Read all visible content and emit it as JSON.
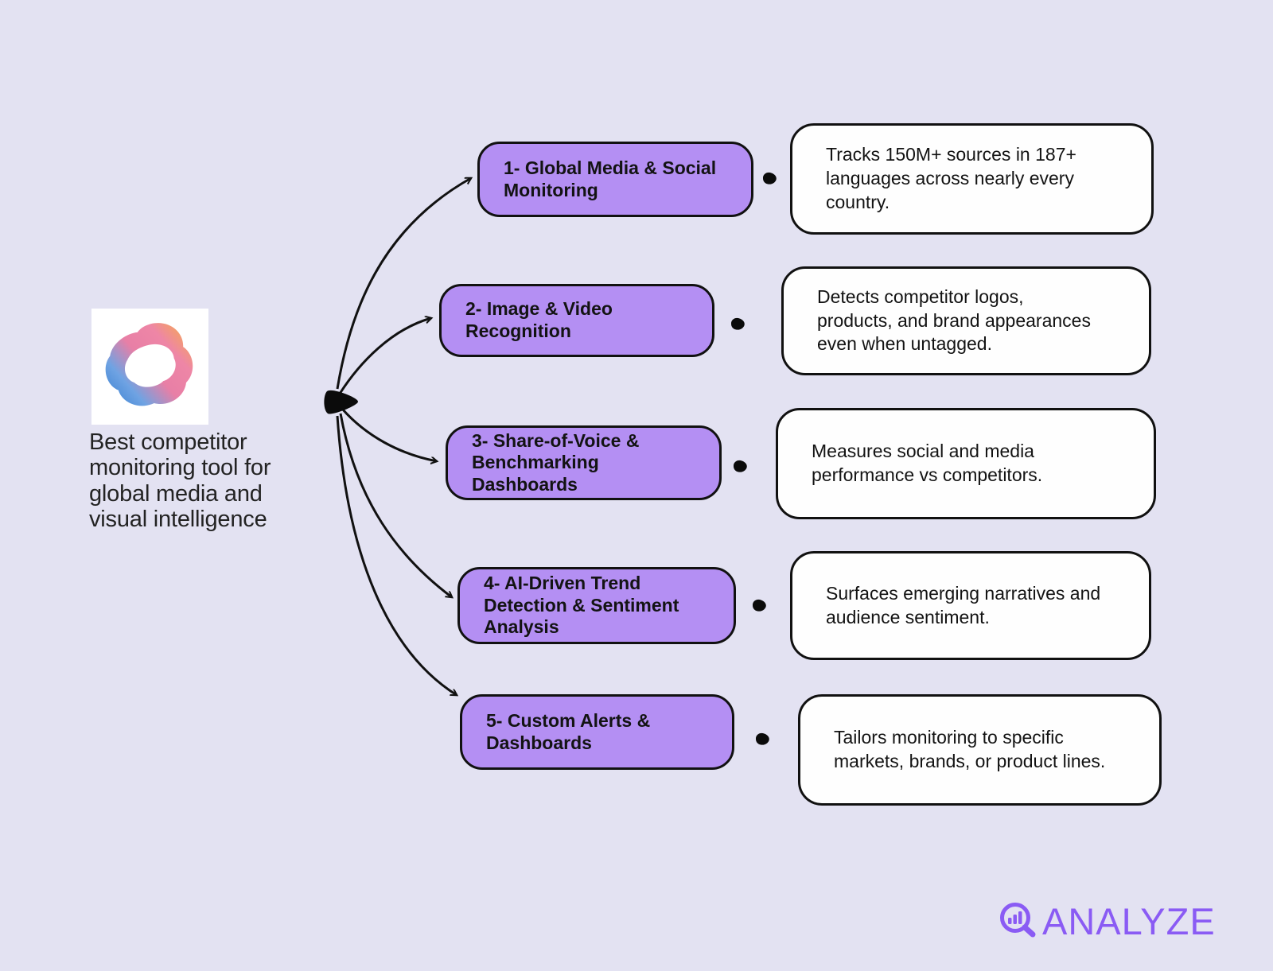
{
  "left_panel": {
    "caption": "Best competitor\nmonitoring tool for\nglobal media and\nvisual intelligence",
    "logo_icon": "swirl-ring-logo"
  },
  "rows": [
    {
      "feature": "1- Global Media & Social\nMonitoring",
      "description": "Tracks 150M+ sources in 187+\nlanguages across nearly every\ncountry."
    },
    {
      "feature": "2- Image & Video\nRecognition",
      "description": "Detects competitor logos,\nproducts, and brand appearances\neven when untagged."
    },
    {
      "feature": "3- Share-of-Voice &\nBenchmarking Dashboards",
      "description": "Measures social and media\nperformance vs competitors."
    },
    {
      "feature": "4- AI-Driven Trend\nDetection & Sentiment\nAnalysis",
      "description": "Surfaces emerging narratives and\naudience sentiment."
    },
    {
      "feature": "5- Custom Alerts &\nDashboards",
      "description": "Tailors monitoring to specific\nmarkets, brands, or product lines."
    }
  ],
  "footer": {
    "brand": "ANALYZE",
    "brand_icon": "magnifier-bar-chart-icon"
  },
  "colors": {
    "background": "#e3e2f2",
    "feature_fill": "#b48ff3",
    "callout_fill": "#fefefe",
    "outline": "#111111",
    "brand_purple": "#8a5bf4",
    "logo_blue": "#4487d4",
    "logo_pink": "#e87fa6",
    "logo_orange": "#f7b13c"
  }
}
